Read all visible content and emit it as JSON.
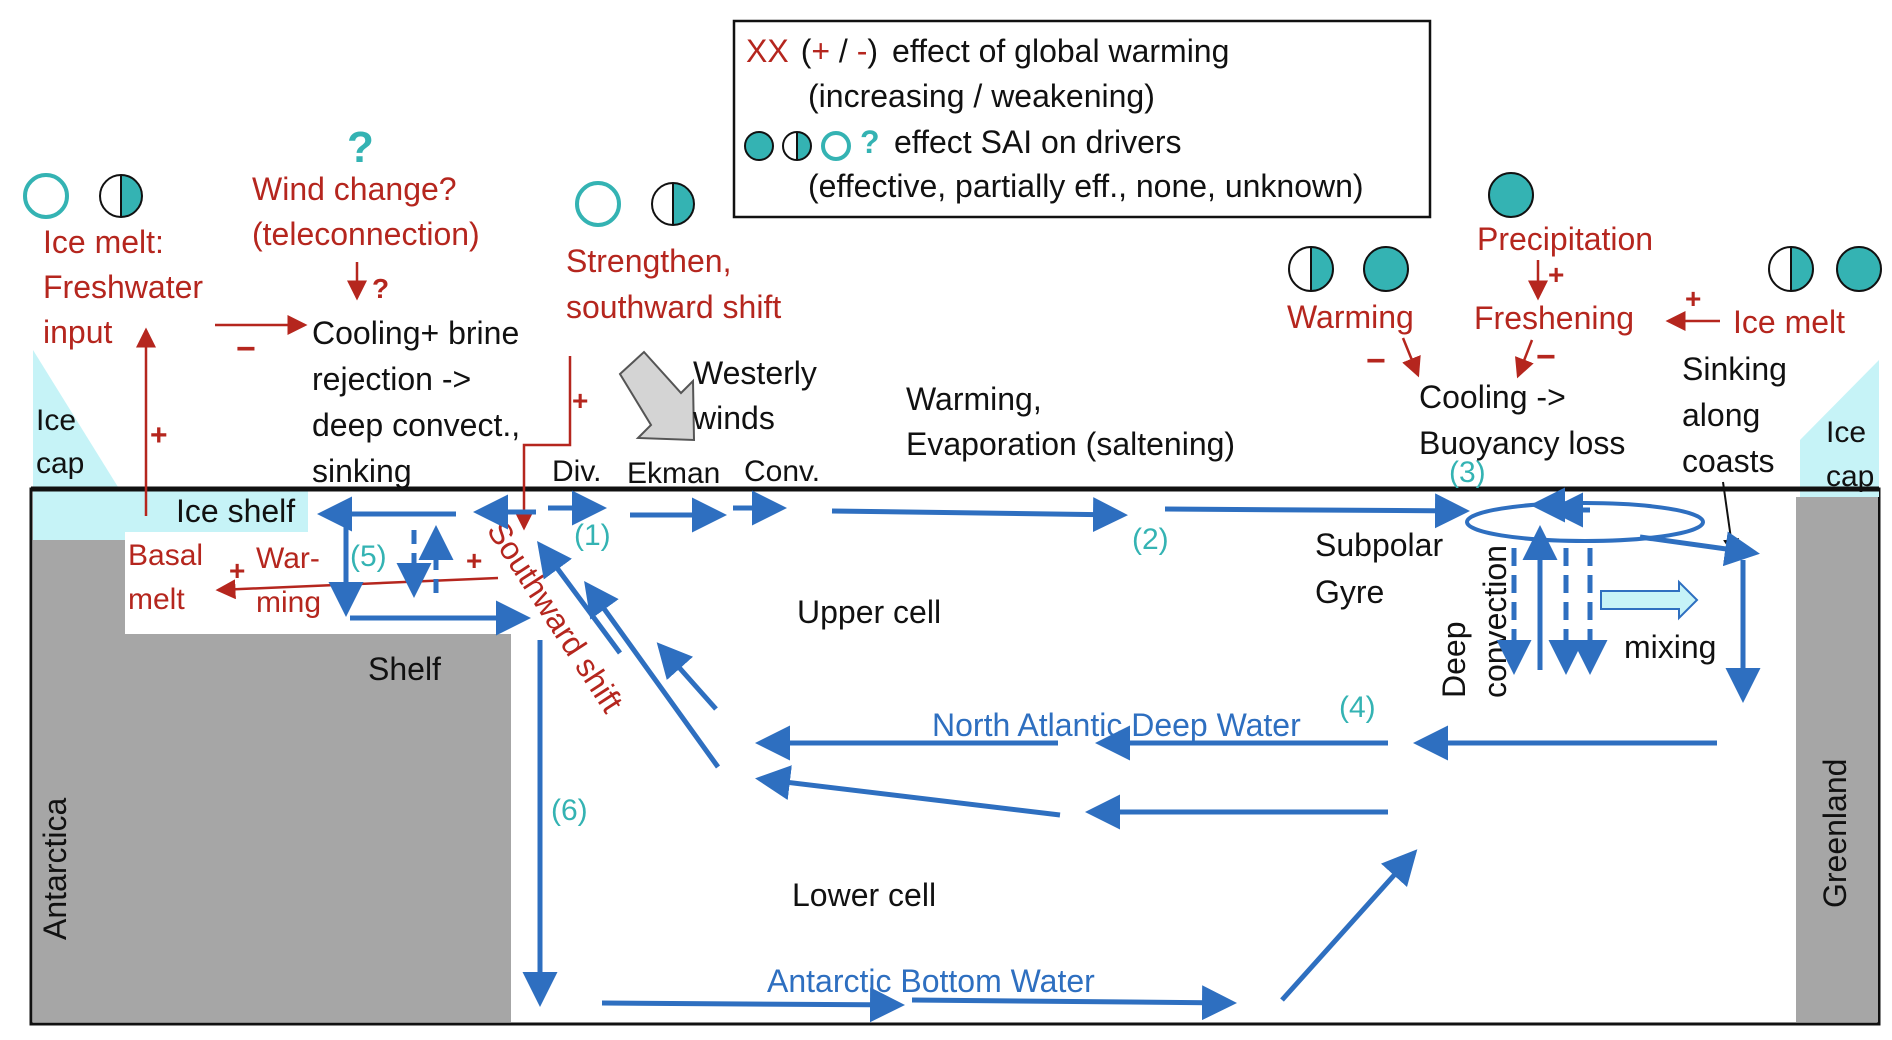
{
  "colors": {
    "red": "#b5261e",
    "blue": "#2e6fc0",
    "teal": "#34b3b3",
    "ice": "#c6f3f7",
    "land": "#a6a6a6",
    "gray_arrow": "#d4d4d4"
  },
  "legend": {
    "xx": "XX",
    "lparen": "(",
    "plus": "+",
    "slash": " / ",
    "minus": "-",
    "rparen": ")",
    "line1_rest": "effect of global warming",
    "line2": "(increasing / weakening)",
    "qmark": "?",
    "line3": "effect SAI on drivers",
    "line4": "(effective, partially eff., none, unknown)"
  },
  "land": {
    "antarctica": "Antarctica",
    "greenland": "Greenland",
    "ice_cap_left": [
      "Ice",
      "cap"
    ],
    "ice_cap_right": [
      "Ice",
      "cap"
    ],
    "ice_shelf": "Ice shelf",
    "shelf": "Shelf"
  },
  "south": {
    "ice_melt": [
      "Ice melt:",
      "Freshwater",
      "input"
    ],
    "basal_melt": [
      "Basal",
      "melt"
    ],
    "warming": [
      "War-",
      "ming"
    ],
    "wind_qmark": "?",
    "wind_change": [
      "Wind change?",
      "(teleconnection)"
    ],
    "small_q": "?",
    "cooling": [
      "Cooling+ brine",
      "rejection ->",
      "deep convect.,",
      "sinking"
    ],
    "strengthen": [
      "Strengthen,",
      "southward shift"
    ],
    "westerly": [
      "Westerly",
      "winds"
    ],
    "div": "Div.",
    "ekman": "Ekman",
    "conv": "Conv.",
    "southward_shift": "Southward shift",
    "signs": {
      "plus_icemelt": "+",
      "minus_cooling": "−",
      "plus_strengthen": "+",
      "plus_warming_a": "+",
      "plus_warming_b": "+"
    }
  },
  "surface": {
    "warming_evap": [
      "Warming,",
      "Evaporation (saltening)"
    ]
  },
  "north": {
    "warming": "Warming",
    "precipitation": "Precipitation",
    "freshening": "Freshening",
    "ice_melt": "Ice melt",
    "cooling": [
      "Cooling ->",
      "Buoyancy loss"
    ],
    "sinking": [
      "Sinking",
      "along",
      "coasts"
    ],
    "subpolar": [
      "Subpolar",
      "Gyre"
    ],
    "deep_convection": [
      "Deep",
      "convection"
    ],
    "mixing": "mixing",
    "signs": {
      "minus_warming": "−",
      "plus_precip": "+",
      "minus_fresh": "−",
      "plus_icemelt": "+"
    }
  },
  "cells": {
    "upper": "Upper cell",
    "lower": "Lower cell",
    "nadw": "North Atlantic Deep Water",
    "aabw": "Antarctic Bottom Water"
  },
  "numbers": {
    "n1": "(1)",
    "n2": "(2)",
    "n3": "(3)",
    "n4": "(4)",
    "n5": "(5)",
    "n6": "(6)"
  }
}
